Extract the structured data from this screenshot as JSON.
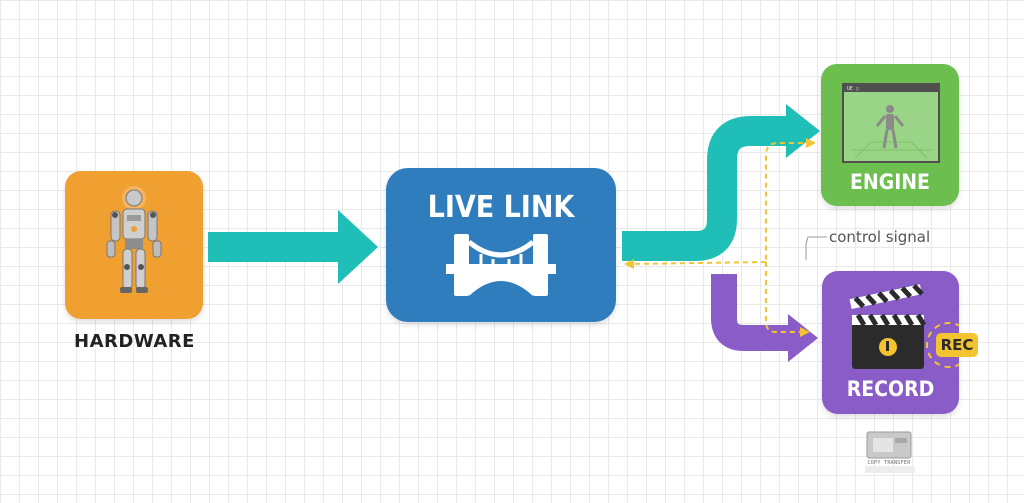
{
  "nodes": {
    "hardware": {
      "label": "HARDWARE",
      "color": "#f0a030"
    },
    "live_link": {
      "label": "LIVE LINK",
      "color": "#2f7dbd"
    },
    "engine": {
      "label": "ENGINE",
      "color": "#6cbf4f"
    },
    "record": {
      "label": "RECORD",
      "color": "#8a5cc7"
    }
  },
  "annotations": {
    "control_signal": "control signal",
    "rec_badge": "REC",
    "engine_caption": "UE ▢",
    "small_card_text": "COPY TRANSFER"
  },
  "edges": [
    {
      "from": "hardware",
      "to": "live_link",
      "style": "arrow",
      "color": "#1fbfb8"
    },
    {
      "from": "live_link",
      "to": "engine",
      "style": "arrow",
      "color": "#1fbfb8"
    },
    {
      "from": "live_link",
      "to": "record",
      "style": "arrow",
      "color": "#8a5cc7"
    },
    {
      "from": "engine",
      "to": "live_link",
      "style": "dashed",
      "color": "#f4c430"
    },
    {
      "from": "live_link",
      "to": "record",
      "style": "dashed",
      "color": "#f4c430"
    }
  ],
  "icons": [
    "robot-figure-icon",
    "bridge-icon",
    "engine-viewport-icon",
    "clapperboard-icon",
    "rec-badge-icon",
    "media-card-icon"
  ]
}
